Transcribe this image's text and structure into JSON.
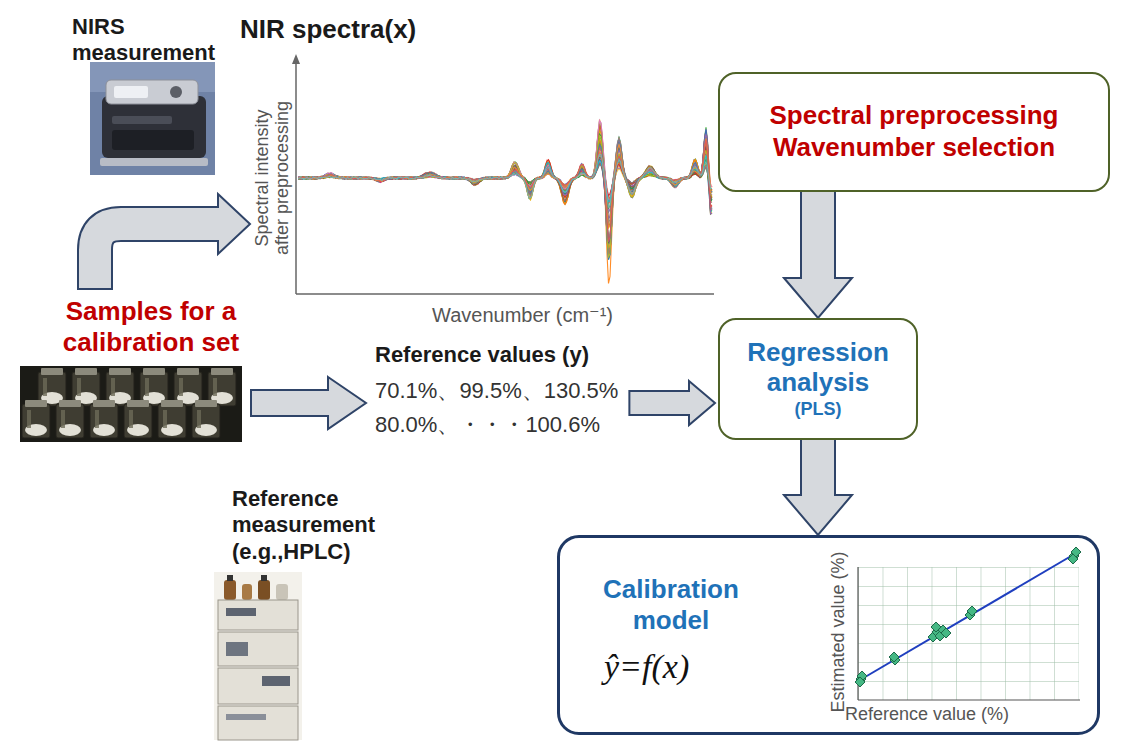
{
  "diagram": {
    "nodes": [
      {
        "text": [
          "Spectral preprocessing Wavenumber selection"
        ]
      },
      {
        "text": [
          "Regression analysis",
          "(PLS)"
        ]
      },
      {
        "text": [
          "Calibration model",
          "ŷ=f(x)"
        ]
      }
    ],
    "edges": [
      {
        "from": 0,
        "to": 1,
        "arrow": "to"
      },
      {
        "from": 1,
        "to": 2,
        "arrow": "to"
      }
    ],
    "labels": [
      "NIRS measurement",
      "NIR spectra(x)",
      "Spectral intensity after preprocessing",
      "Wavenumber (cm⁻¹)",
      "Samples for a calibration set",
      "Reference values (y)",
      "70.1%、99.5%、130.5%",
      "80.0%、・・・100.6%",
      "Reference measurement (e.g.,HPLC)",
      "Estimated value (%)",
      "Reference value (%)"
    ]
  }
}
